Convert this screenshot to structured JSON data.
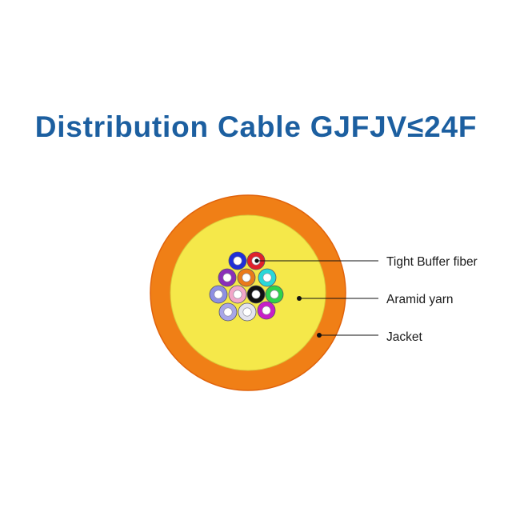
{
  "title": "Distribution Cable GJFJV≤24F",
  "colors": {
    "title": "#1c5fa0",
    "jacket": "#f07f16",
    "jacket_edge": "#e0620a",
    "aramid": "#f5e84a",
    "leader": "#111111"
  },
  "labels": {
    "tight_buffer": "Tight Buffer fiber",
    "aramid": "Aramid yarn",
    "jacket": "Jacket"
  },
  "fibers": [
    {
      "name": "blue",
      "color": "#1f2fd8"
    },
    {
      "name": "red",
      "color": "#e0202a"
    },
    {
      "name": "purple",
      "color": "#8a2fb8"
    },
    {
      "name": "orange",
      "color": "#ea7a1a"
    },
    {
      "name": "aqua",
      "color": "#2ad8d8"
    },
    {
      "name": "slate",
      "color": "#8e8fe2"
    },
    {
      "name": "rose",
      "color": "#f2a6c8"
    },
    {
      "name": "black",
      "color": "#111111"
    },
    {
      "name": "green",
      "color": "#2ed24a"
    },
    {
      "name": "violet",
      "color": "#a8a6e8"
    },
    {
      "name": "white",
      "color": "#e4e4ee"
    },
    {
      "name": "magenta",
      "color": "#c81ec8"
    }
  ]
}
